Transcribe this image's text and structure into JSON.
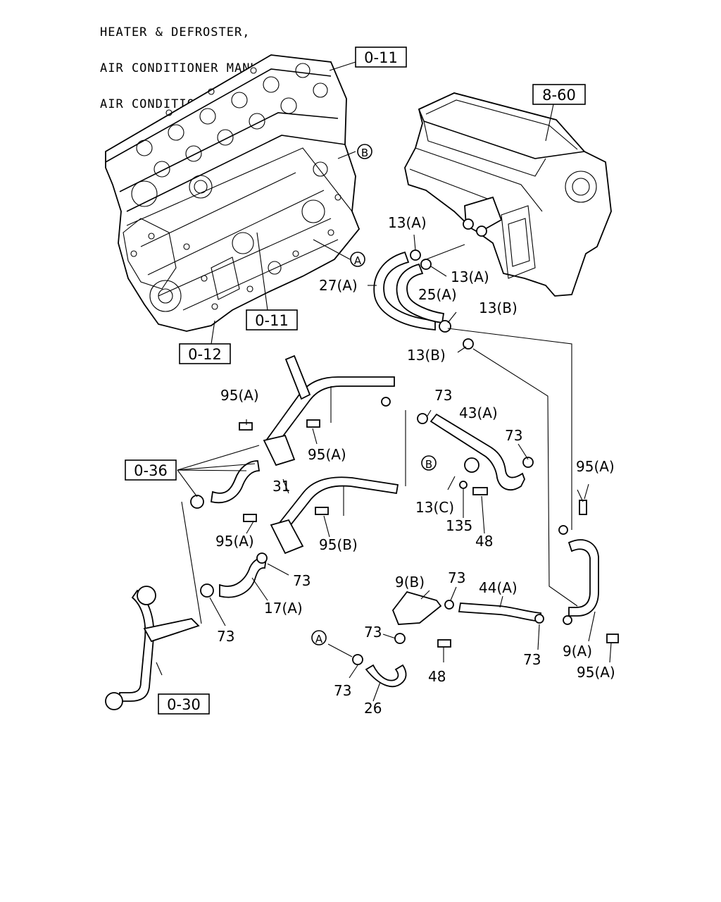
{
  "header": {
    "lines": [
      "HEATER & DEFROSTER,",
      "AIR CONDITIONER MANUAL CONT.",
      "AIR CONDITIONER AUTOMATIC CONT"
    ]
  },
  "refs": {
    "r011_top": "0-11",
    "r860": "8-60",
    "r011_mid": "0-11",
    "r012": "0-12",
    "r036": "0-36",
    "r030": "0-30"
  },
  "markers": {
    "a1": "A",
    "b1": "B",
    "b2": "B",
    "a2": "A"
  },
  "labels": {
    "l13a_1": "13(A)",
    "l13a_2": "13(A)",
    "l27a": "27(A)",
    "l25a": "25(A)",
    "l13b_1": "13(B)",
    "l13b_2": "13(B)",
    "l95a_1": "95(A)",
    "l73_1": "73",
    "l43a": "43(A)",
    "l73_2": "73",
    "l95a_2": "95(A)",
    "l95a_3": "95(A)",
    "l31": "31",
    "l13c": "13(C)",
    "l135": "135",
    "l48_1": "48",
    "l95a_4": "95(A)",
    "l95b": "95(B)",
    "l73_3": "73",
    "l17a": "17(A)",
    "l9b": "9(B)",
    "l73_4": "73",
    "l44a": "44(A)",
    "l73_5": "73",
    "l73_6": "73",
    "l73_7": "73",
    "l48_2": "48",
    "l9a": "9(A)",
    "l95a_5": "95(A)",
    "l73_8": "73",
    "l26": "26"
  },
  "icons": {
    "engine": "engine-block-icon",
    "blower": "heater-unit-icon"
  }
}
